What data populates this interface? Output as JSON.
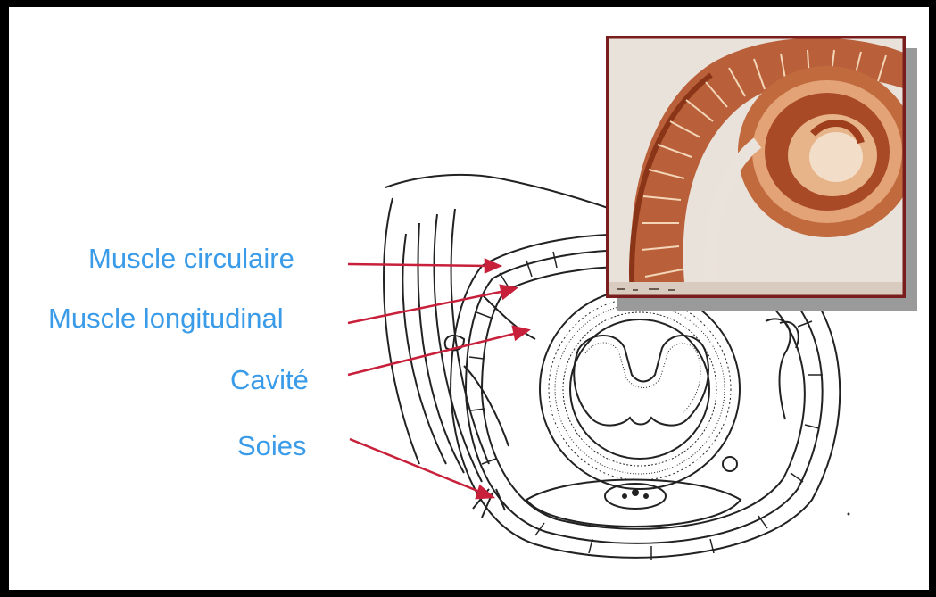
{
  "labels": {
    "muscle_circulaire": "Muscle circulaire",
    "muscle_longitudinal": "Muscle longitudinal",
    "cavite": "Cavité",
    "soies": "Soies"
  },
  "colors": {
    "label_text": "#3a9be8",
    "arrow": "#c8203a",
    "photo_border": "#7a1d1d",
    "tissue_dark": "#b5542c",
    "tissue_light": "#e9b98a"
  }
}
